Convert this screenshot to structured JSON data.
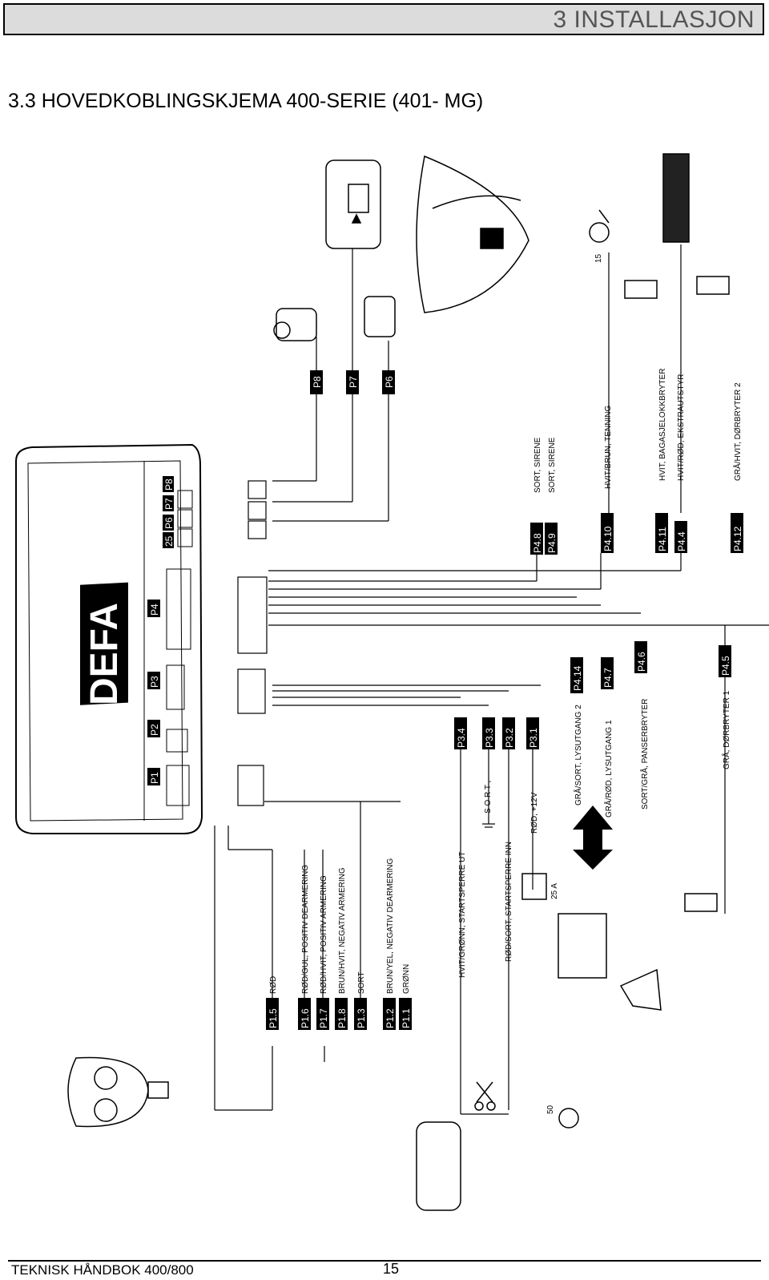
{
  "header": {
    "section": "3 INSTALLASJON"
  },
  "title": "3.3 HOVEDKOBLINGSKJEMA 400-SERIE  (401- MG)",
  "unit": {
    "brand": "DEFA",
    "ports": [
      "P1",
      "P2",
      "P3",
      "P4"
    ],
    "small_ports": [
      "25",
      "P6",
      "P7",
      "P8"
    ]
  },
  "top_connectors": [
    "P8",
    "P7",
    "P6"
  ],
  "battery": {
    "fuse": "25 A"
  },
  "labels": {
    "ignition_15": "15",
    "starter_50": "50",
    "ground_sort": "S O R T ,"
  },
  "left_wires": [
    {
      "pin": "P1.5",
      "label": "RØD"
    },
    {
      "pin": "P1.6",
      "label": "RØD/GUL, POSITIV DEARMERING"
    },
    {
      "pin": "P1.7",
      "label": "RØD/HVIT, POSITIV ARMERING"
    },
    {
      "pin": "P1.8",
      "label": "BRUN/HVIT, NEGATIV ARMERING"
    },
    {
      "pin": "P1.3",
      "label": "SORT"
    },
    {
      "pin": "P1.2",
      "label": "BRUN/YEL, NEGATIV DEARMERING"
    },
    {
      "pin": "P1.1",
      "label": "GRØNN"
    }
  ],
  "p3_wires": [
    {
      "pin": "P3.4",
      "label": "HVIT/GRØNN, STARTSPERRE UT"
    },
    {
      "pin": "P3.3",
      "label": ""
    },
    {
      "pin": "P3.2",
      "label": "RØD/SORT, STARTSPERRE INN"
    },
    {
      "pin": "P3.1",
      "label": "RØD, +12V"
    }
  ],
  "p4_lower_wires": [
    {
      "pin": "P4.14",
      "label": "GRÅ/SORT, LYSUTGANG 2"
    },
    {
      "pin": "P4.7",
      "label": "GRÅ/RØD, LYSUTGANG 1"
    },
    {
      "pin": "P4.6",
      "label": "SORT/GRÅ, PANSERBRYTER"
    },
    {
      "pin": "P4.5",
      "label": "GRÅ, DØRBRYTER 1"
    }
  ],
  "p4_upper_wires": [
    {
      "pin": "P4.8",
      "label": "SORT, SIRENE"
    },
    {
      "pin": "P4.9",
      "label": "SORT, SIRENE"
    },
    {
      "pin": "P4.10",
      "label": "HVIT/BRUN, TENNING"
    },
    {
      "pin": "P4.11",
      "label": "HVIT, BAGASJELOKKBRYTER"
    },
    {
      "pin": "P4.4",
      "label": "HVIT/RØD, EKSTRAUTSTYR"
    },
    {
      "pin": "P4.12",
      "label": "GRÅ/HVIT, DØRBRYTER 2"
    }
  ],
  "footer": {
    "manual": "TEKNISK HÅNDBOK 400/800",
    "page": "15"
  }
}
